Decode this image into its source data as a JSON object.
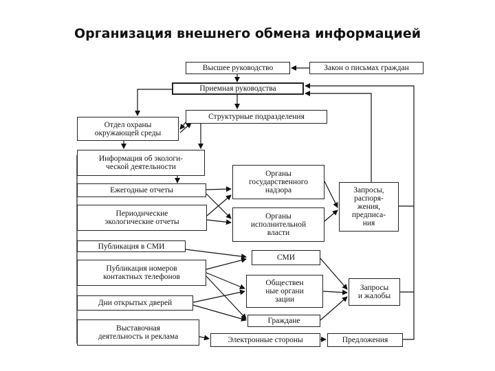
{
  "title": "Организация внешнего обмена информацией",
  "boxes": {
    "top_management": "Высшее руководство",
    "citizens_law": "Закон о письмах граждан",
    "reception": "Приемная руководства",
    "structural_units": "Структурные подразделения",
    "env_department": "Отдел охраны\nокружающей среды",
    "eco_info": "Информация об экологи-\nческой деятельности",
    "annual_reports": "Ежегодные отчеты",
    "periodic_reports": "Периодические\nэкологические отчеты",
    "media_publication": "Публикация в СМИ",
    "phone_publication": "Публикация номеров\nконтактных телефонов",
    "open_days": "Дни открытых дверей",
    "exhibitions": "Выставочная\nдеятельность и реклама",
    "state_supervision": "Органы\nгосударственного\nнадзора",
    "executive_bodies": "Органы\nисполнительной\nвласти",
    "media": "СМИ",
    "public_orgs": "Обществен\nные органи\nзации",
    "citizens": "Граждане",
    "electronic_parties": "Электронные стороны",
    "requests_orders": "Запросы,\nраспоря-\nжения,\nпредписа-\nния",
    "requests_complaints": "Запросы\nи жалобы",
    "proposals": "Предложения"
  }
}
